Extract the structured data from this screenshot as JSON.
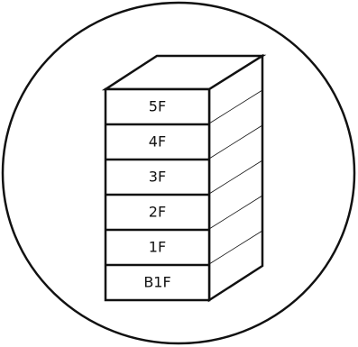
{
  "building": {
    "floors": [
      {
        "label": "5F"
      },
      {
        "label": "4F"
      },
      {
        "label": "3F"
      },
      {
        "label": "2F"
      },
      {
        "label": "1F"
      },
      {
        "label": "B1F"
      }
    ]
  },
  "colors": {
    "stroke": "#111111",
    "background": "#ffffff"
  }
}
